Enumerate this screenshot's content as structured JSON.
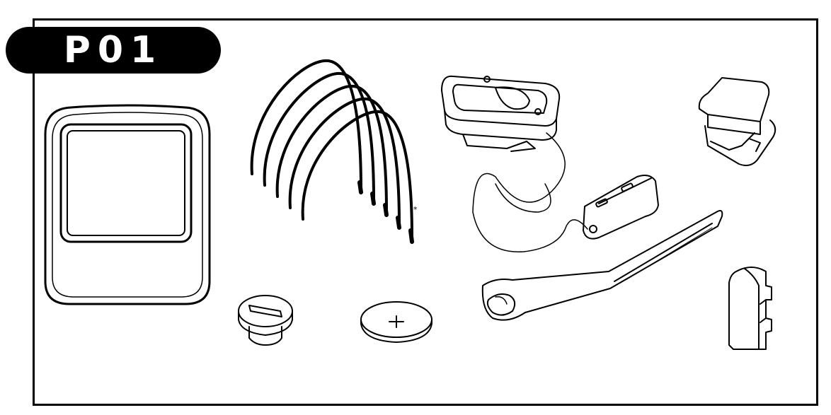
{
  "badge": {
    "label": "P01"
  },
  "parts": [
    {
      "id": "computer",
      "icon": "bike-computer-icon"
    },
    {
      "id": "cable-ties",
      "icon": "cable-ties-icon",
      "marker": "*"
    },
    {
      "id": "handlebar-mount",
      "icon": "handlebar-mount-icon"
    },
    {
      "id": "clip",
      "icon": "clip-icon"
    },
    {
      "id": "battery-cover",
      "icon": "battery-cover-icon"
    },
    {
      "id": "battery",
      "icon": "coin-battery-icon"
    },
    {
      "id": "strap",
      "icon": "rubber-strap-icon"
    },
    {
      "id": "spacer",
      "icon": "spacer-icon"
    }
  ]
}
